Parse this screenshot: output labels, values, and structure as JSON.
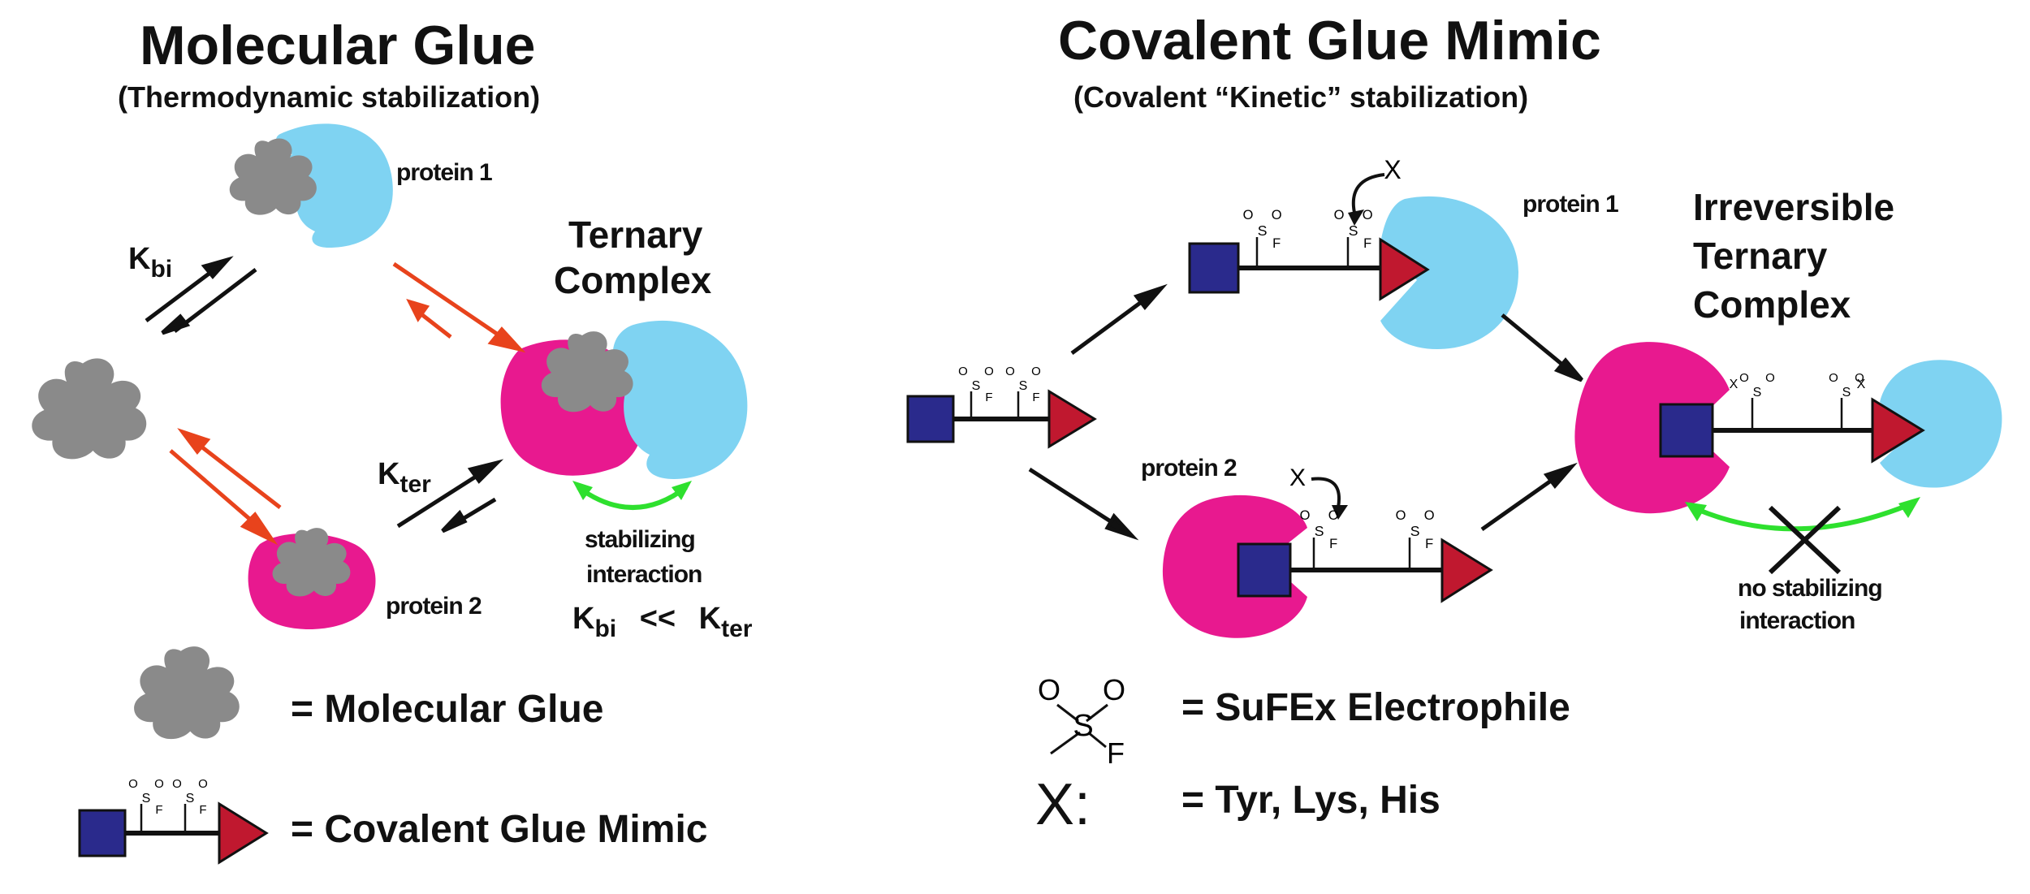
{
  "left": {
    "title": "Molecular Glue",
    "subtitle": "(Thermodynamic stabilization)",
    "protein1": "protein 1",
    "protein2": "protein 2",
    "ternary_line1": "Ternary",
    "ternary_line2": "Complex",
    "k_bi": {
      "base": "K",
      "sub": "bi"
    },
    "k_ter": {
      "base": "K",
      "sub": "ter"
    },
    "stab_line1": "stabilizing",
    "stab_line2": "interaction",
    "relation": {
      "left_base": "K",
      "left_sub": "bi",
      "op": "<<",
      "right_base": "K",
      "right_sub": "ter"
    }
  },
  "right": {
    "title": "Covalent Glue Mimic",
    "subtitle": "(Covalent “Kinetic” stabilization)",
    "protein1": "protein 1",
    "protein2": "protein 2",
    "irr_line1": "Irreversible",
    "irr_line2": "Ternary",
    "irr_line3": "Complex",
    "nostab_line1": "no stabilizing",
    "nostab_line2": "interaction"
  },
  "legend": {
    "glue": "= Molecular Glue",
    "mimic": "= Covalent Glue Mimic",
    "sufex": "= SuFEx Electrophile",
    "x_symbol": "X:",
    "x_meaning": "= Tyr, Lys, His"
  },
  "chem": {
    "S": "S",
    "O": "O",
    "F": "F",
    "X": "X"
  },
  "colors": {
    "protein_blue": "#7fd3f2",
    "protein_pink": "#e8198f",
    "glue_gray": "#8a8a8a",
    "square_navy": "#2a2a8c",
    "triangle_red": "#c0182f",
    "arrow_orange": "#e8431c",
    "arrow_green": "#2ee02e"
  }
}
